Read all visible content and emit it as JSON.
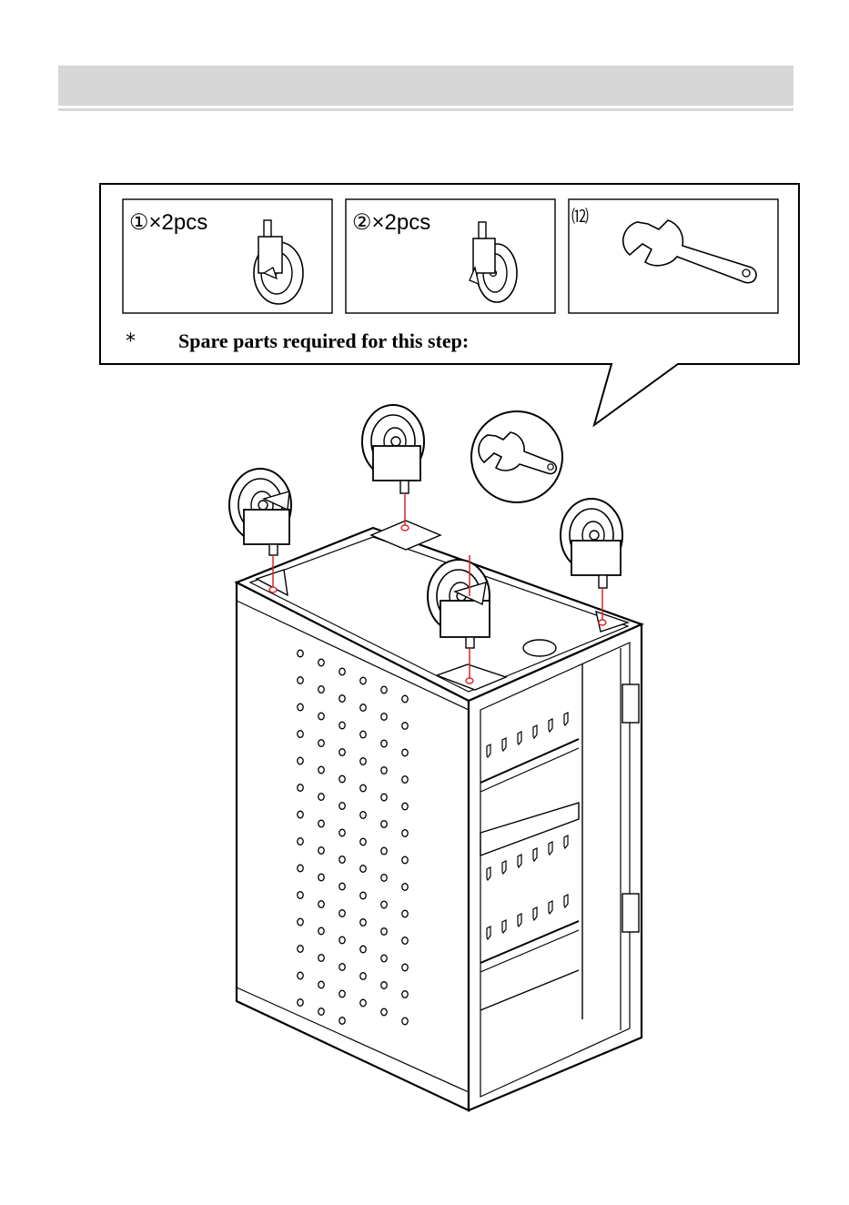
{
  "header": {
    "title": ""
  },
  "parts": [
    {
      "id": "part-1",
      "number": "①",
      "quantity": "×2pcs",
      "icon": "caster-wheel-with-brake-icon"
    },
    {
      "id": "part-2",
      "number": "②",
      "quantity": "×2pcs",
      "icon": "caster-wheel-icon"
    },
    {
      "id": "part-12",
      "number": "⑿",
      "quantity": "",
      "icon": "wrench-icon"
    }
  ],
  "callout": {
    "marker": "*",
    "text": "Spare parts required for this step:"
  },
  "illustration": {
    "subject": "cabinet-upside-down-with-four-casters",
    "accent_color": "#d9262b"
  }
}
